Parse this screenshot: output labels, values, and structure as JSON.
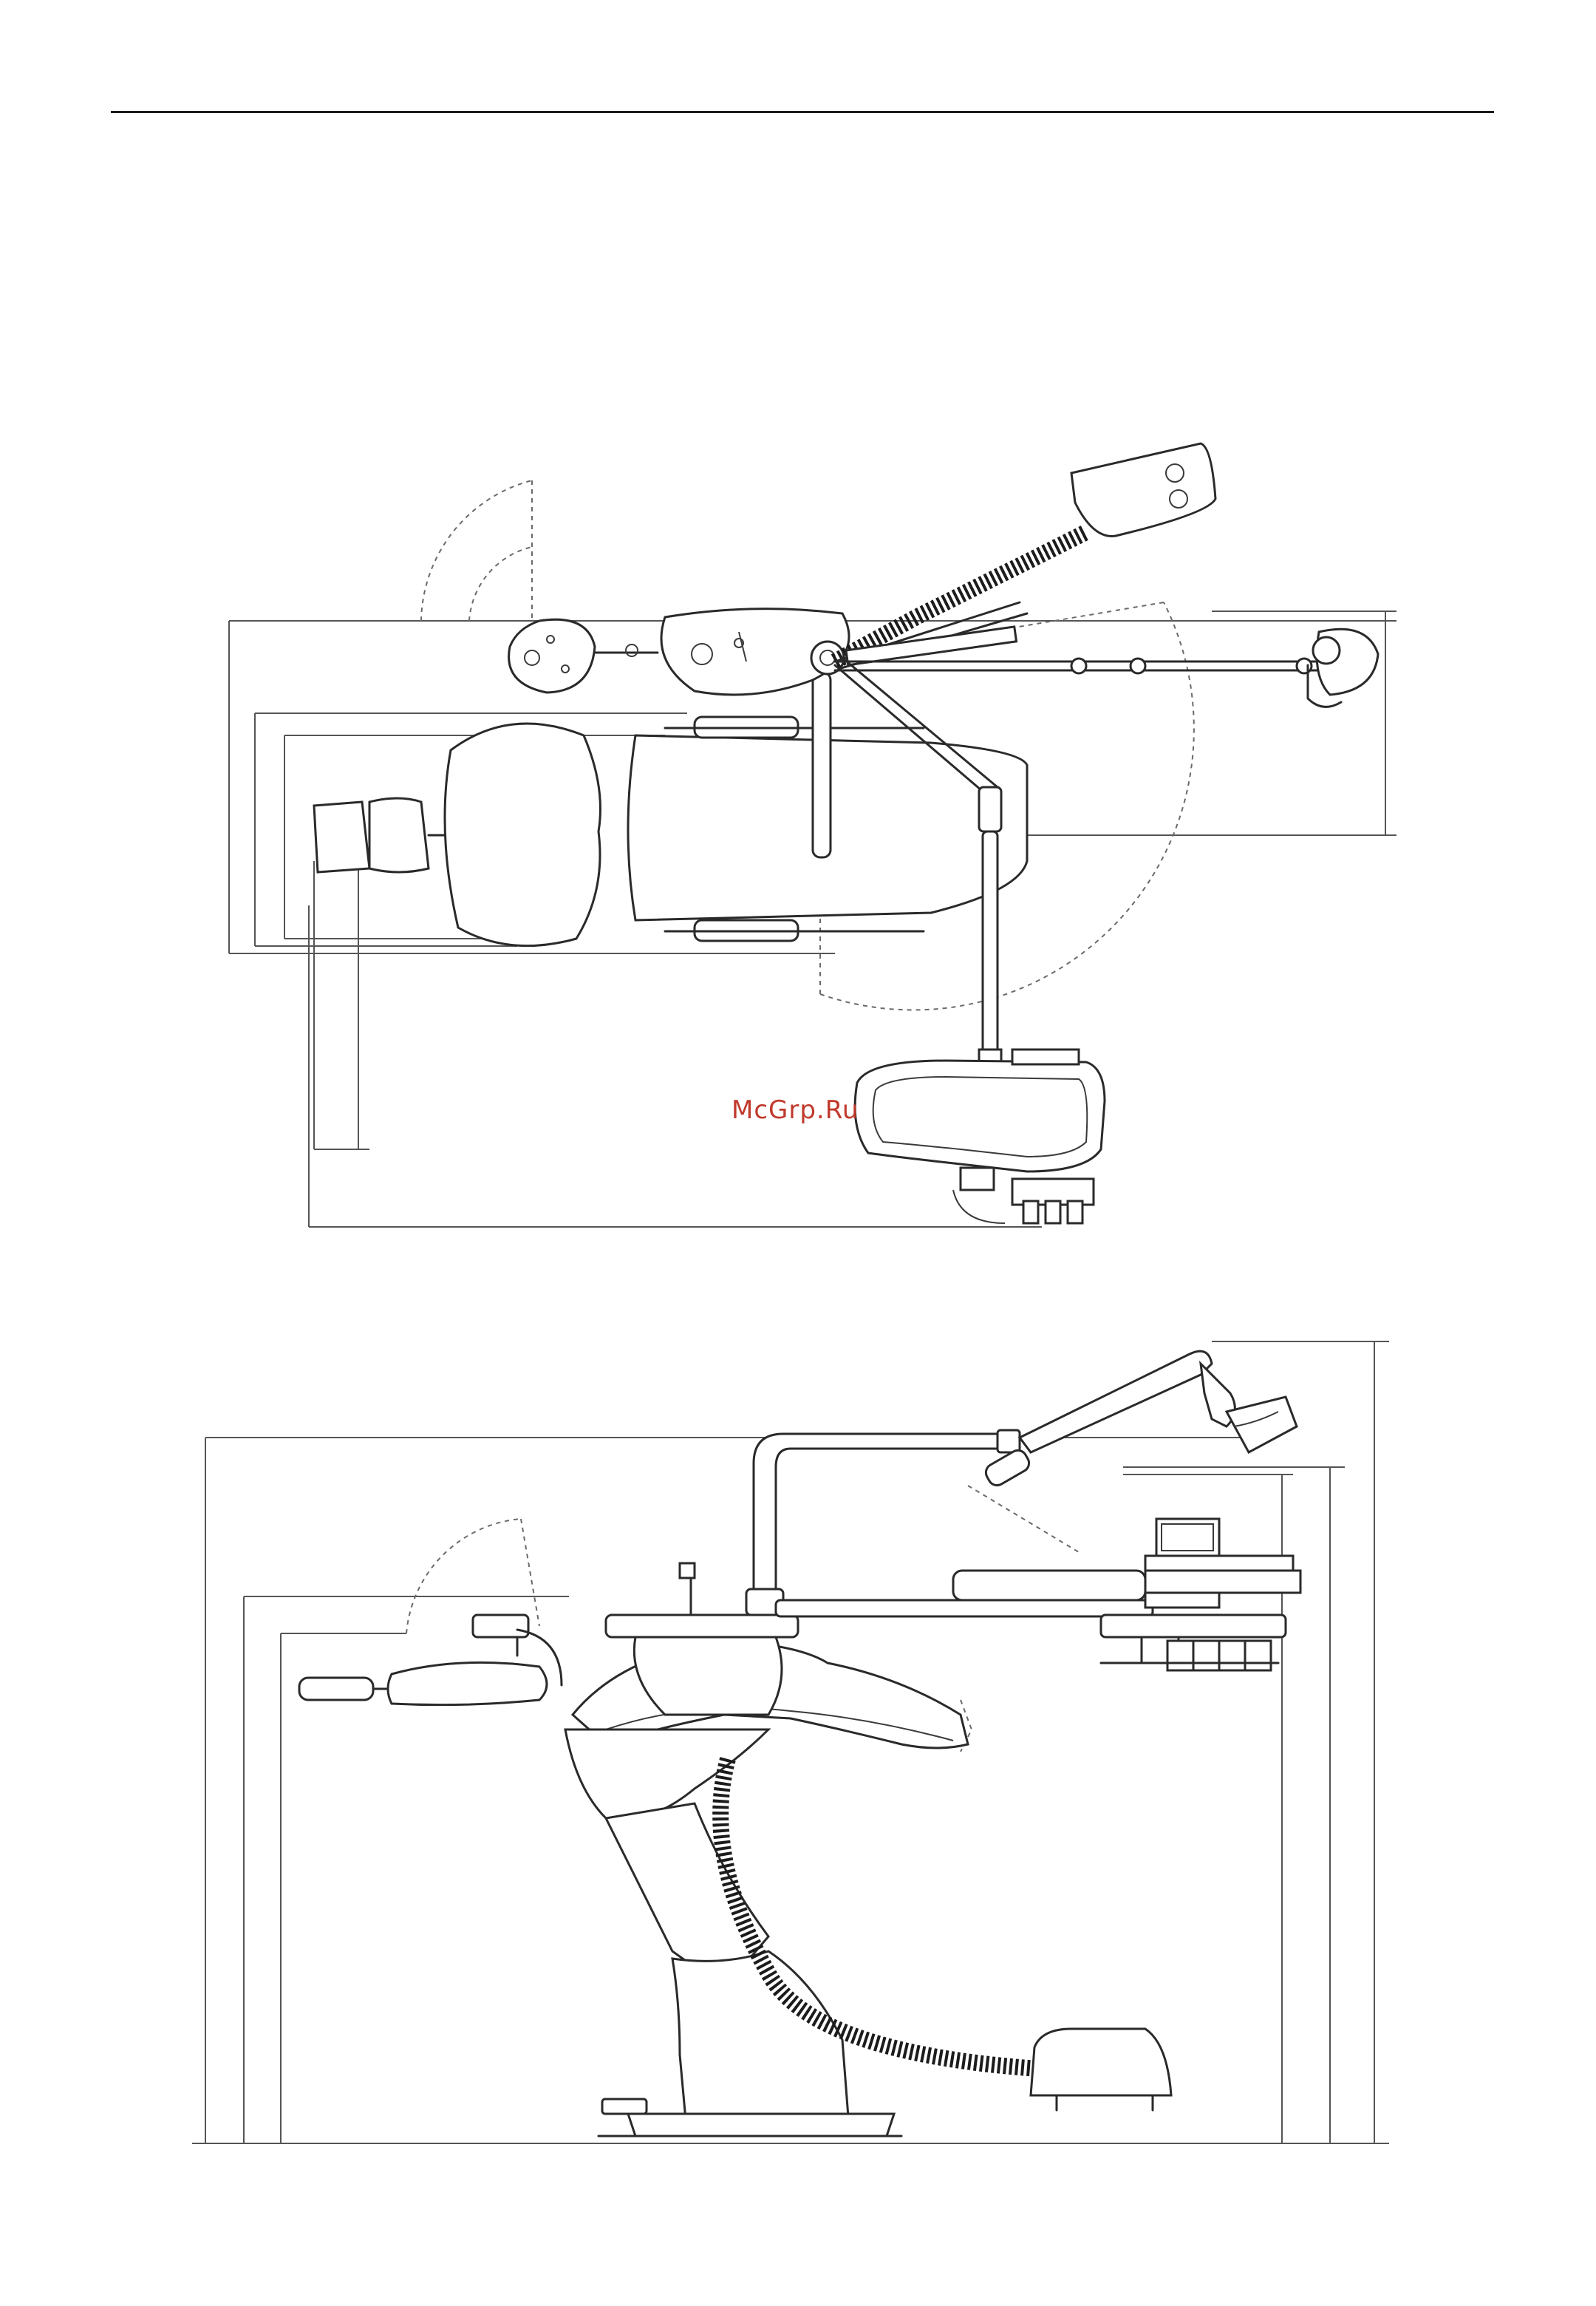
{
  "watermark": {
    "text": "McGrp.Ru",
    "color": "#c0392b"
  },
  "figures": [
    {
      "view": "top"
    },
    {
      "view": "side"
    }
  ]
}
